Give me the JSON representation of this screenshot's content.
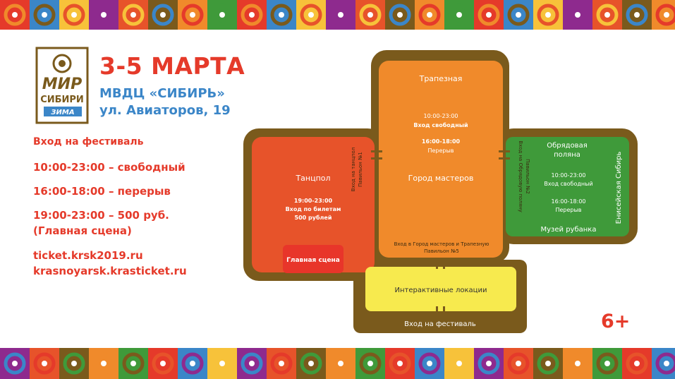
{
  "header": {
    "dates": "3-5 МАРТА",
    "venue": "МВДЦ «СИБИРЬ»",
    "address": "ул. Авиаторов, 19"
  },
  "logo": {
    "line1": "МИР",
    "line2": "СИБИРИ",
    "line3": "ЗИМА"
  },
  "info": {
    "entry_title": "Вход на фестиваль",
    "line1": "10:00-23:00  – свободный",
    "line2": "16:00-18:00  – перерыв",
    "line3": "19:00-23:00 – 500 руб.",
    "line4": "(Главная сцена)",
    "site1": "ticket.krsk2019.ru",
    "site2": "krasnoyarsk.krasticket.ru"
  },
  "map": {
    "dance": {
      "title": "Танцпол",
      "time": "19:00-23:00",
      "entry": "Вход по билетам",
      "price": "500 рублей",
      "stage": "Главная сцена"
    },
    "center": {
      "title": "Трапезная",
      "time1": "10:00-23:00",
      "entry1": "Вход свободный",
      "time2": "16:00-18:00",
      "break": "Перерыв",
      "masters": "Город мастеров",
      "entrance_line1": "Вход в Город мастеров и Трапезную",
      "entrance_line2": "Павильон №5"
    },
    "green": {
      "title_line1": "Обрядовая",
      "title_line2": "поляна",
      "time1": "10:00-23:00",
      "entry1": "Вход свободный",
      "time2": "16:00-18:00",
      "break": "Перерыв",
      "museum": "Музей рубанка",
      "side_label": "Енисейская Сибирь"
    },
    "pavilion1_line1": "Вход на танцпол",
    "pavilion1_line2": "Павильон №1",
    "pavilion2_line1": "Вход на Обрядовую поляну",
    "pavilion2_line2": "Павильон №2",
    "interactive": "Интерактивные локации",
    "festival_entrance": "Вход на фестиваль"
  },
  "age_rating": "6+",
  "colors": {
    "red": "#e53a2a",
    "blue": "#3b86c8",
    "brown": "#7a5a1c",
    "orange_red": "#e7532a",
    "orange": "#f08a2b",
    "green": "#3f9a3a",
    "yellow": "#f7ea4e"
  }
}
